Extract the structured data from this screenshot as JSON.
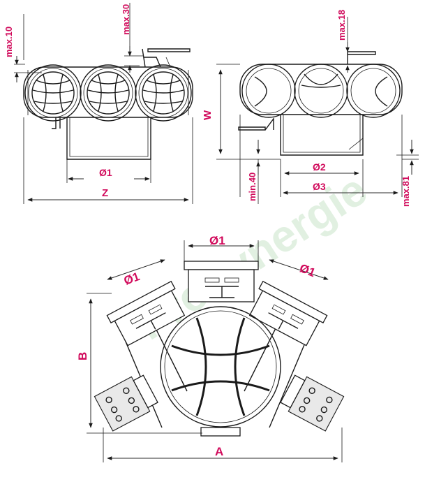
{
  "brand": {
    "watermark": "ProSynergie",
    "label_color": "#d10a5b",
    "watermark_color": "#cfe7cf"
  },
  "front_view": {
    "labels": {
      "max10": "max.10",
      "max30": "max.30",
      "d1": "Ø1",
      "z": "Z"
    }
  },
  "side_view": {
    "labels": {
      "max18": "max.18",
      "w": "W",
      "min40": "min.40",
      "d2": "Ø2",
      "d3": "Ø3",
      "max81": "max.81"
    }
  },
  "top_view": {
    "labels": {
      "d1_top": "Ø1",
      "d1_left": "Ø1",
      "d1_right": "Ø1",
      "b": "B",
      "a": "A"
    }
  }
}
